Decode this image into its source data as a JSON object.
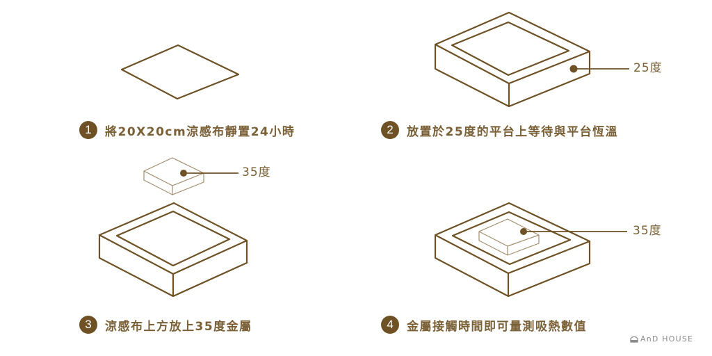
{
  "colors": {
    "line": "#6e5124",
    "thin_line": "#9c8a6a",
    "text": "#7a6036",
    "badge": "#6e5124",
    "logo": "#8a8a8a",
    "background": "#ffffff"
  },
  "steps": [
    {
      "number": "1",
      "text": "將20X20cm涼感布靜置24小時"
    },
    {
      "number": "2",
      "text": "放置於25度的平台上等待與平台恆溫"
    },
    {
      "number": "3",
      "text": "涼感布上方放上35度金屬"
    },
    {
      "number": "4",
      "text": "金屬接觸時間即可量測吸熱數值"
    }
  ],
  "labels": {
    "platform_temp": "25度",
    "metal_temp_step3": "35度",
    "metal_temp_step4": "35度"
  },
  "logo": {
    "icon": "house-icon",
    "text": "AnD HOUSE"
  }
}
